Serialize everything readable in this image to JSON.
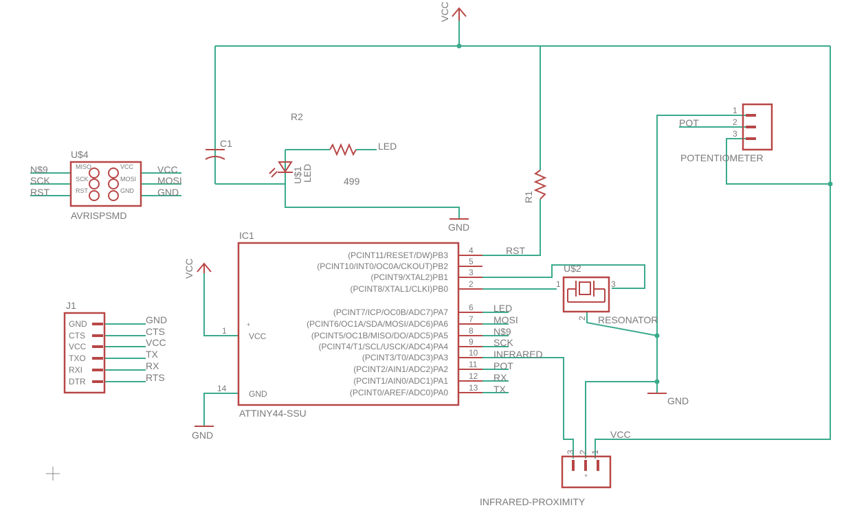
{
  "power": {
    "vcc_top": "VCC",
    "vcc_left": "VCC",
    "vcc_ir": "VCC",
    "gnd_led": "GND",
    "gnd_ic": "GND",
    "gnd_pot": "GND"
  },
  "parts": {
    "c1": "C1",
    "r2": "R2",
    "r2_value": "499",
    "u1": "U$1",
    "u1_led": "LED",
    "r1": "R1",
    "u2": "U$2",
    "resonator": "RESONATOR",
    "u4": "U$4",
    "avrisp": "AVRISPSMD",
    "j1": "J1",
    "ic1": "IC1",
    "ic1_name": "ATTINY44-SSU",
    "potentiometer": "POTENTIOMETER",
    "infrared": "INFRARED-PROXIMITY"
  },
  "nets": {
    "led": "LED",
    "rst": "RST",
    "pot": "POT",
    "ic_led": "LED",
    "ic_mosi": "MOSI",
    "ic_n9": "N$9",
    "ic_sck": "SCK",
    "ic_infrared": "INFRARED",
    "ic_pot": "POT",
    "ic_rx": "RX",
    "ic_tx": "TX"
  },
  "ic1_pins_right": [
    {
      "name": "(PCINT11/RESET/DW)PB3",
      "num": "4"
    },
    {
      "name": "(PCINT10/INT0/OC0A/CKOUT)PB2",
      "num": "5"
    },
    {
      "name": "(PCINT9/XTAL2)PB1",
      "num": "3"
    },
    {
      "name": "(PCINT8/XTAL1/CLKI)PB0",
      "num": "2"
    },
    {
      "name": "(PCINT7/ICP/OC0B/ADC7)PA7",
      "num": "6"
    },
    {
      "name": "(PCINT6/OC1A/SDA/MOSI/ADC6)PA6",
      "num": "7"
    },
    {
      "name": "(PCINT5/OC1B/MISO/DO/ADC5)PA5",
      "num": "8"
    },
    {
      "name": "(PCINT4/T1/SCL/USCK/ADC4)PA4",
      "num": "9"
    },
    {
      "name": "(PCINT3/T0/ADC3)PA3",
      "num": "10"
    },
    {
      "name": "(PCINT2/AIN1/ADC2)PA2",
      "num": "11"
    },
    {
      "name": "(PCINT1/AIN0/ADC1)PA1",
      "num": "12"
    },
    {
      "name": "(PCINT0/AREF/ADC0)PA0",
      "num": "13"
    }
  ],
  "ic1_pins_left": {
    "vcc_name": "VCC",
    "vcc_num": "1",
    "gnd_name": "GND",
    "gnd_num": "14"
  },
  "avrisp_pins": {
    "miso": "MISO",
    "vcc": "VCC",
    "sck": "SCK",
    "mosi": "MOSI",
    "rst": "RST",
    "gnd": "GND"
  },
  "avrisp_nets": {
    "left": [
      "N$9",
      "SCK",
      "RST"
    ],
    "right": [
      "VCC",
      "MOSI",
      "GND"
    ]
  },
  "j1_pins": [
    "GND",
    "CTS",
    "VCC",
    "TXO",
    "RXI",
    "DTR"
  ],
  "j1_nets": [
    "GND",
    "CTS",
    "VCC",
    "TX",
    "RX",
    "RTS"
  ],
  "pot_pins": [
    "1",
    "2",
    "3"
  ],
  "ir_pins": [
    "3",
    "2",
    "1"
  ],
  "resonator_pins": [
    "1",
    "3",
    "2"
  ]
}
